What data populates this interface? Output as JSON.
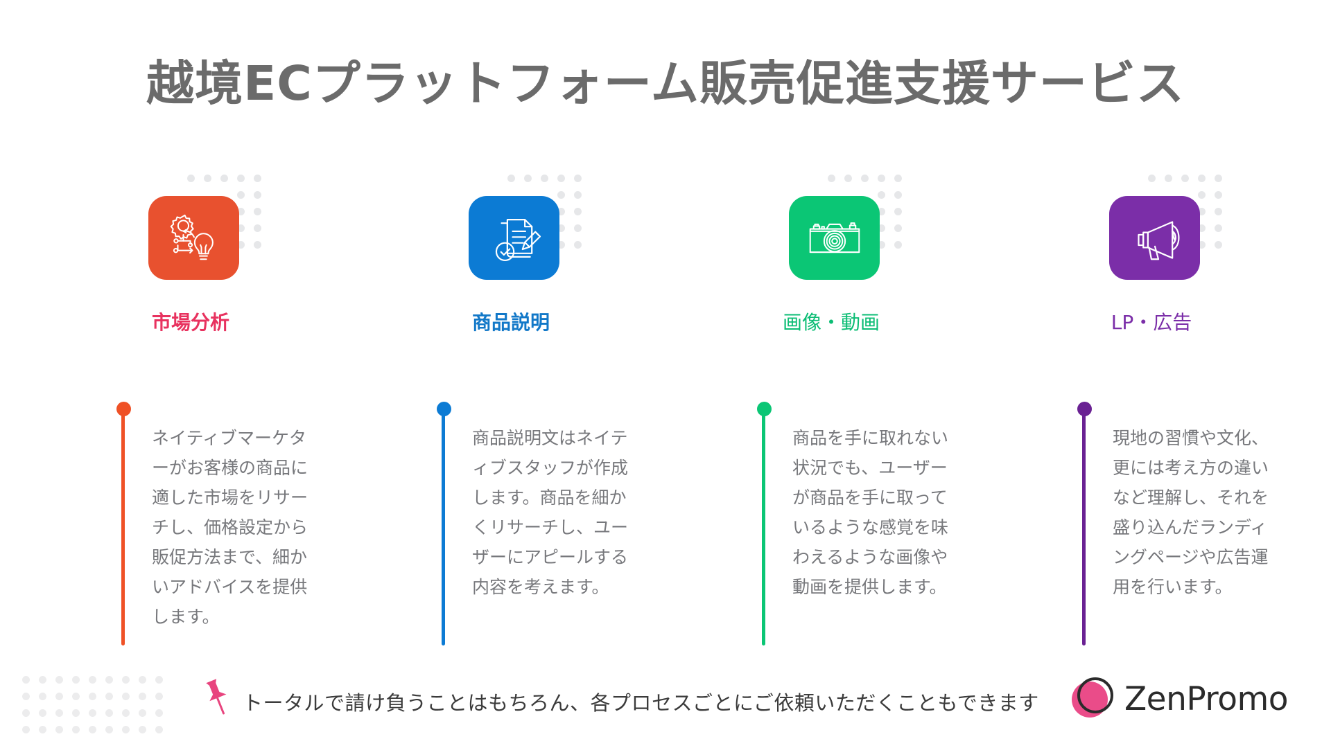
{
  "page": {
    "title": "越境ECプラットフォーム販売促進支援サービス",
    "background": "#ffffff",
    "title_color": "#6b6b6b"
  },
  "columns": [
    {
      "label": "市場分析",
      "label_color": "#e8325f",
      "label_bold": true,
      "card_color": "#e8512f",
      "accent_color": "#ef5126",
      "icon": "gear-lightbulb-icon",
      "description": "ネイティブマーケターがお客様の商品に適した市場をリサーチし、価格設定から販促方法まで、細かいアドバイスを提供します。"
    },
    {
      "label": "商品説明",
      "label_color": "#1278c8",
      "label_bold": true,
      "card_color": "#0c7bd4",
      "accent_color": "#0c7bd4",
      "icon": "document-pencil-check-icon",
      "description": "商品説明文はネイティブスタッフが作成します。商品を細かくリサーチし、ユーザーにアピールする内容を考えます。"
    },
    {
      "label": "画像・動画",
      "label_color": "#0bbd74",
      "label_bold": false,
      "card_color": "#0bc675",
      "accent_color": "#0bc675",
      "icon": "camera-icon",
      "description": "商品を手に取れない状況でも、ユーザーが商品を手に取っているような感覚を味わえるような画像や動画を提供します。"
    },
    {
      "label": "LP・広告",
      "label_color": "#7b2ea8",
      "label_bold": false,
      "card_color": "#7b2ea8",
      "accent_color": "#6a2193",
      "icon": "megaphone-icon",
      "description": "現地の習慣や文化、更には考え方の違いなど理解し、それを盛り込んだランディングページや広告運用を行います。"
    }
  ],
  "footer": {
    "pin_icon": "pushpin-icon",
    "pin_color": "#e8447e",
    "note": "トータルで請け負うことはもちろん、各プロセスごとにご依頼いただくこともできます",
    "logo_text": "ZenPromo",
    "logo_fill_color": "#ea4c89",
    "logo_ring_color": "#2b2b2b",
    "dot_color": "#ececed"
  }
}
